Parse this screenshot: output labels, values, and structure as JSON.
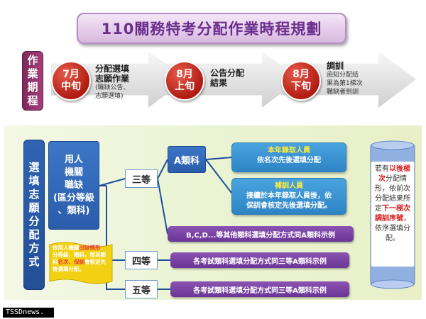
{
  "title": "110關務特考分配作業時程規劃",
  "schedule": {
    "label": [
      "作",
      "業",
      "期",
      "程"
    ],
    "phases": [
      {
        "month": "7月",
        "period": "中旬",
        "main": [
          "分配選填",
          "志願作業"
        ],
        "sub": [
          "(職缺公告、",
          "志願選填)"
        ]
      },
      {
        "month": "8月",
        "period": "上旬",
        "main": [
          "公告分配",
          "結果"
        ],
        "sub": []
      },
      {
        "month": "8月",
        "period": "下旬",
        "main": [
          "調訓"
        ],
        "sub": [
          "函知分配結",
          "果為第1梯次",
          "職缺者到訓"
        ]
      }
    ]
  },
  "choice": {
    "label": [
      "選",
      "填",
      "志",
      "願",
      "分",
      "配",
      "方",
      "式"
    ],
    "unit": [
      "用人",
      "機關",
      "職缺",
      "(區分等級",
      "、類科)"
    ],
    "grades": [
      "三等",
      "四等",
      "五等"
    ],
    "category_a": "A類科",
    "rank_boxes": [
      {
        "head": "本年錄取人員",
        "body": [
          "依名次先後選填分配"
        ]
      },
      {
        "head": "補訓人員",
        "body": [
          "接續於本年錄取人員後，依",
          "保訓會核定先後選填分配。"
        ]
      }
    ],
    "bars": {
      "bcd": "B,C,D...等其他類科選填分配方式同A類科示例",
      "grade4": "各考試類科選填分配方式同三等A類科示例",
      "grade5": "各考試類科選填分配方式同三等A類科示例"
    },
    "note": {
      "parts": [
        {
          "t": "若有",
          "hl": false
        },
        {
          "t": "以後梯次",
          "hl": true
        },
        {
          "t": "分配情形，依前次分配結果所定",
          "hl": false
        },
        {
          "t": "下一梯次調訓序號",
          "hl": true
        },
        {
          "t": "，依序選填分配。",
          "hl": false
        }
      ]
    },
    "flag": {
      "parts": [
        {
          "t": "依用人機關",
          "red": false
        },
        {
          "t": "出缺情形",
          "red": true
        },
        {
          "t": "、分等級、類科，按其類科",
          "red": false
        },
        {
          "t": "名次、保訓",
          "red": true
        },
        {
          "t": "會核定先後選填分配。",
          "red": false
        }
      ]
    }
  },
  "watermark": "TSSDnews."
}
